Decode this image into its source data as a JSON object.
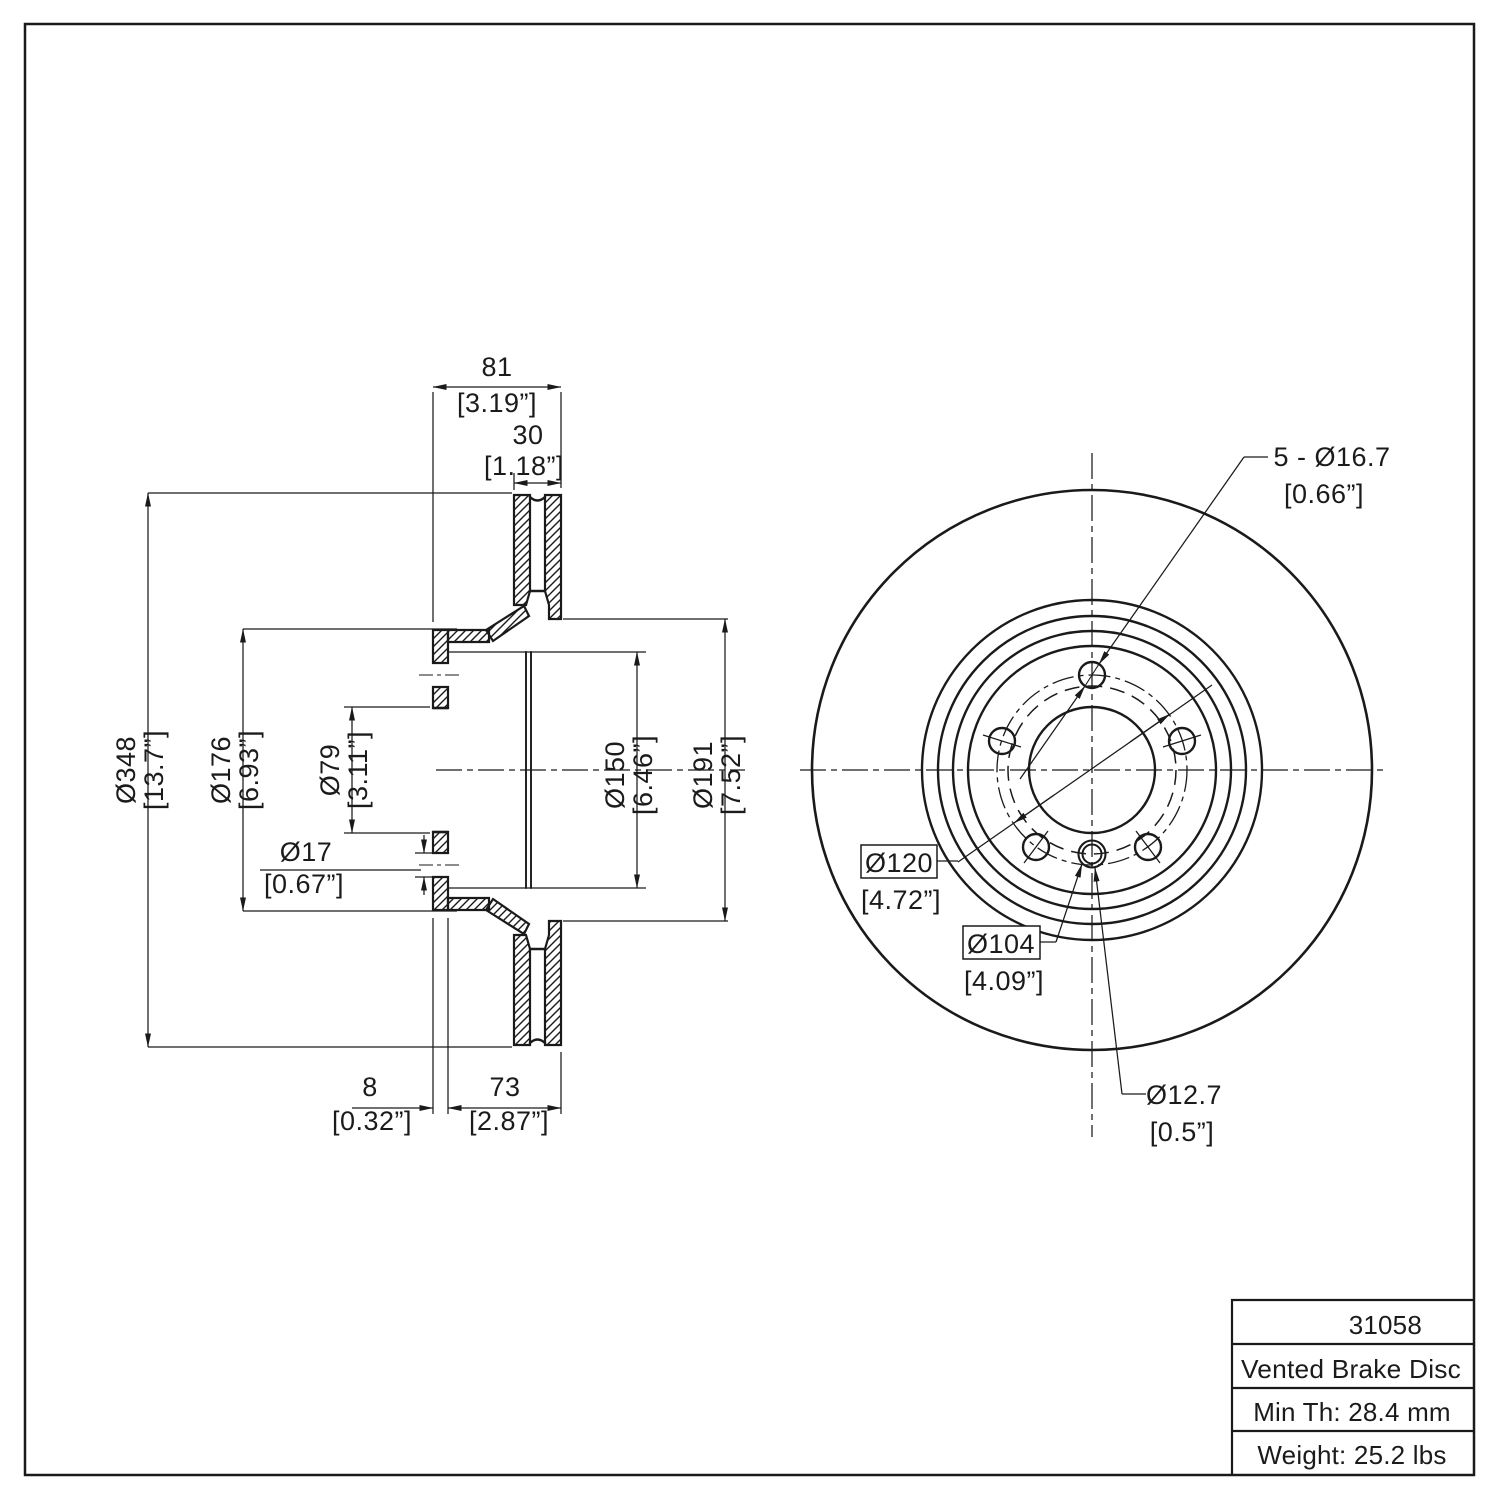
{
  "drawing": {
    "colors": {
      "ink": "#1a1a1a",
      "paper": "#ffffff"
    },
    "section_view": {
      "overall_width": {
        "mm": "81",
        "in": "[3.19”]"
      },
      "disc_thickness": {
        "mm": "30",
        "in": "[1.18”]"
      },
      "outer_diameter": {
        "mm": "Ø348",
        "in": "[13.7”]"
      },
      "flange_diameter": {
        "mm": "Ø176",
        "in": "[6.93”]"
      },
      "center_bore": {
        "mm": "Ø79",
        "in": "[3.11”]"
      },
      "bolt_hole": {
        "mm": "Ø17",
        "in": "[0.67”]"
      },
      "recess_diameter": {
        "mm": "Ø150",
        "in": "[6.46”]"
      },
      "hat_diameter": {
        "mm": "Ø191",
        "in": "[7.52”]"
      },
      "flange_thickness": {
        "mm": "8",
        "in": "[0.32”]"
      },
      "hat_depth": {
        "mm": "73",
        "in": "[2.87”]"
      }
    },
    "front_view": {
      "lug_holes": {
        "mm": "5 - Ø16.7",
        "in": "[0.66”]"
      },
      "bolt_circle": {
        "mm": "Ø120",
        "in": "[4.72”]"
      },
      "pilot_circle": {
        "mm": "Ø104",
        "in": "[4.09”]"
      },
      "pilot_hole": {
        "mm": "Ø12.7",
        "in": "[0.5”]"
      }
    },
    "title_block": {
      "part_number": "31058",
      "part_name": "Vented Brake Disc",
      "min_thickness": "Min Th: 28.4 mm",
      "weight": "Weight: 25.2 lbs"
    }
  }
}
